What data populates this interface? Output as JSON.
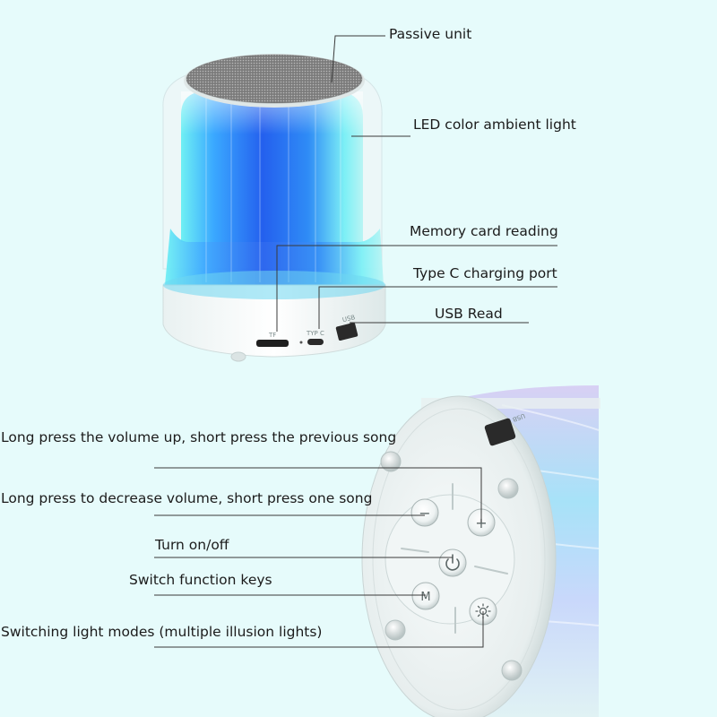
{
  "top_callouts": {
    "passive_unit": "Passive unit",
    "led_light": "LED color ambient light",
    "memory_card": "Memory card reading",
    "type_c": "Type C charging port",
    "usb_read": "USB Read"
  },
  "bottom_callouts": {
    "volume_up": "Long press the volume up, short press the previous song",
    "volume_down": "Long press to decrease volume, short press one song",
    "power": "Turn on/off",
    "function": "Switch function keys",
    "light_modes": "Switching light modes (multiple illusion lights)"
  },
  "port_labels": {
    "tf": "TF",
    "type_c": "TYP C",
    "usb": "USB"
  },
  "button_glyphs": {
    "minus": "−",
    "plus": "+",
    "mode": "M"
  },
  "icons": [
    "power-icon",
    "sun-icon"
  ],
  "colors": {
    "background": "#e6fbfb",
    "led_blue": "#2f7bf0",
    "led_cyan": "#6fe6f2",
    "shell": "#f2f7f7",
    "leader_line": "#3a3a3a"
  }
}
